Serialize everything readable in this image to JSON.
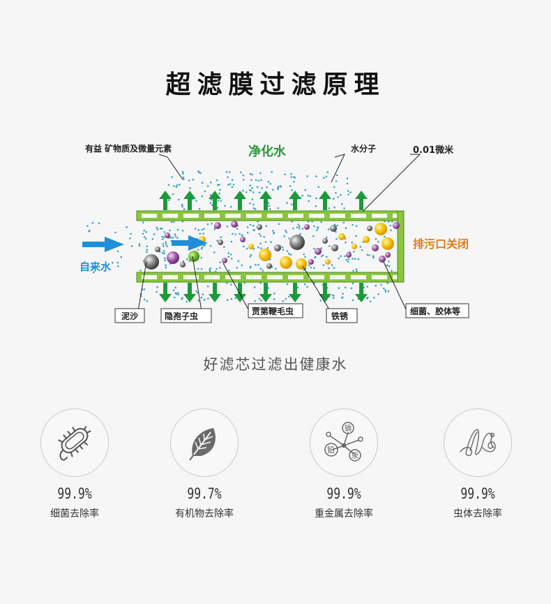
{
  "title": "超滤膜过滤原理",
  "subtitle": "好滤芯过滤出健康水",
  "diagram": {
    "labels": {
      "minerals": "有益 矿物质及微量元素",
      "clean_water": "净化水",
      "water_molecule": "水分子",
      "pore_size": "0.01微米",
      "tap_water": "自来水",
      "drain_closed": "排污口关闭",
      "mud": "泥沙",
      "cryptosporidium": "隐孢子虫",
      "giardia": "贾第鞭毛虫",
      "rust": "铁锈",
      "bacteria_colloid": "细菌、胶体等"
    },
    "colors": {
      "membrane": "#7dbf2f",
      "arrow_green": "#1a9a3a",
      "inlet_blue": "#1e8fd8",
      "drain_orange": "#e07a10",
      "clean_water_text": "#2a9a3a"
    }
  },
  "features": [
    {
      "pct": "99.9%",
      "label": "细菌去除率",
      "icon": "bacteria-icon"
    },
    {
      "pct": "99.7%",
      "label": "有机物去除率",
      "icon": "leaf-icon"
    },
    {
      "pct": "99.9%",
      "label": "重金属去除率",
      "icon": "heavy-metal-icon",
      "icon_texts": {
        "top": "镉",
        "left": "铅",
        "right": "汞"
      }
    },
    {
      "pct": "99.9%",
      "label": "虫体去除率",
      "icon": "parasite-icon"
    }
  ]
}
